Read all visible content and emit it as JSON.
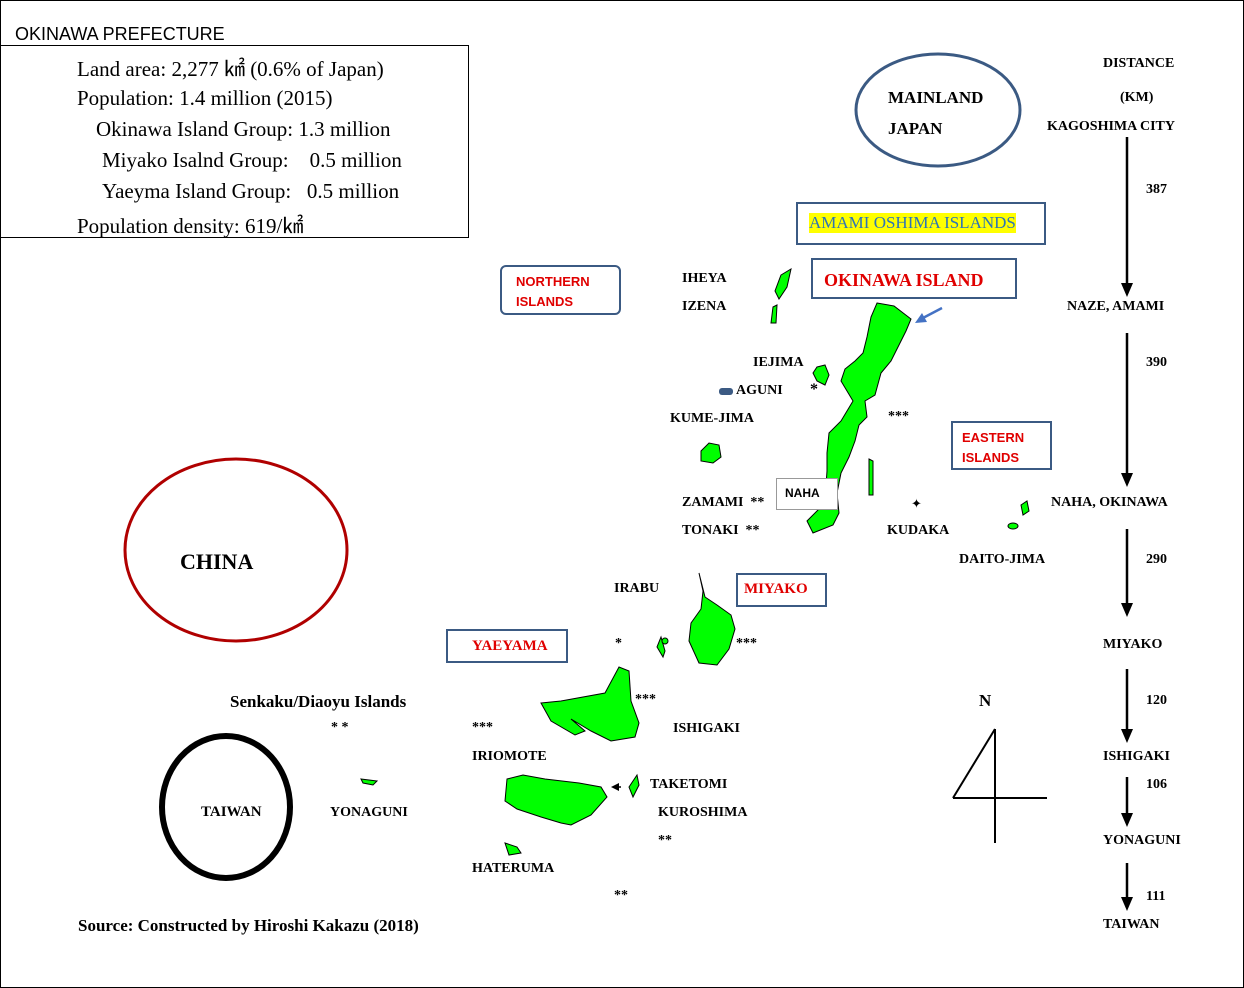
{
  "info": {
    "title": "OKINAWA PREFECTURE",
    "lines": [
      "Land area: 2,277 ㎢ (0.6% of Japan)",
      "Population: 1.4 million (2015)",
      "Okinawa Island Group: 1.3 million",
      "Miyako Isalnd Group:    0.5 million",
      "Yaeyma Island Group:   0.5 million",
      "Population density: 619/㎢"
    ]
  },
  "regions": {
    "mainland_line1": "MAINLAND",
    "mainland_line2": "JAPAN",
    "china": "CHINA",
    "taiwan": "TAIWAN"
  },
  "boxes": {
    "amami": "AMAMI OSHIMA ISLANDS",
    "okinawa_island": "OKINAWA ISLAND",
    "northern_line1": "NORTHERN",
    "northern_line2": "ISLANDS",
    "eastern_line1": "EASTERN",
    "eastern_line2": "ISLANDS",
    "miyako": "MIYAKO",
    "yaeyama": "YAEYAMA",
    "naha": "NAHA"
  },
  "labels": {
    "iheya": "IHEYA",
    "izena": "IZENA",
    "iejima": "IEJIMA",
    "aguni": "AGUNI",
    "kumejima": "KUME-JIMA",
    "zamami": "ZAMAMI  **",
    "tonaki": "TONAKI  **",
    "kudaka": "KUDAKA",
    "daito": "DAITO-JIMA",
    "irabu": "IRABU",
    "senkaku": "Senkaku/Diaoyu Islands",
    "ishigaki": "ISHIGAKI",
    "iriomote": "IRIOMOTE",
    "taketomi": "TAKETOMI",
    "kuroshima": "KUROSHIMA",
    "yonaguni": "YONAGUNI",
    "hateruma": "HATERUMA",
    "north": "N"
  },
  "stars": {
    "s_aguni": "*",
    "s_okinawa_east": "***",
    "s_miyako_west": "*",
    "s_miyako_east": "***",
    "s_ishigaki": "***",
    "s_senkaku": "* *",
    "s_iriomote": "***",
    "s_kuroshima": "**",
    "s_hateruma": "**"
  },
  "distance": {
    "title_line1": "DISTANCE",
    "title_line2": "(KM)",
    "stops": [
      "KAGOSHIMA CITY",
      "NAZE, AMAMI",
      "NAHA, OKINAWA",
      "MIYAKO",
      "ISHIGAKI",
      "YONAGUNI",
      "TAIWAN"
    ],
    "legs": [
      "387",
      "390",
      "290",
      "120",
      "106",
      "111"
    ]
  },
  "source": "Source: Constructed by Hiroshi Kakazu (2018)",
  "colors": {
    "land": "#00ff00",
    "accent_blue": "#3b5a83",
    "red_text": "#e00000",
    "china_ring": "#b00000",
    "amami_text": "#2e75b6",
    "amami_highlight": "#ffff00"
  }
}
